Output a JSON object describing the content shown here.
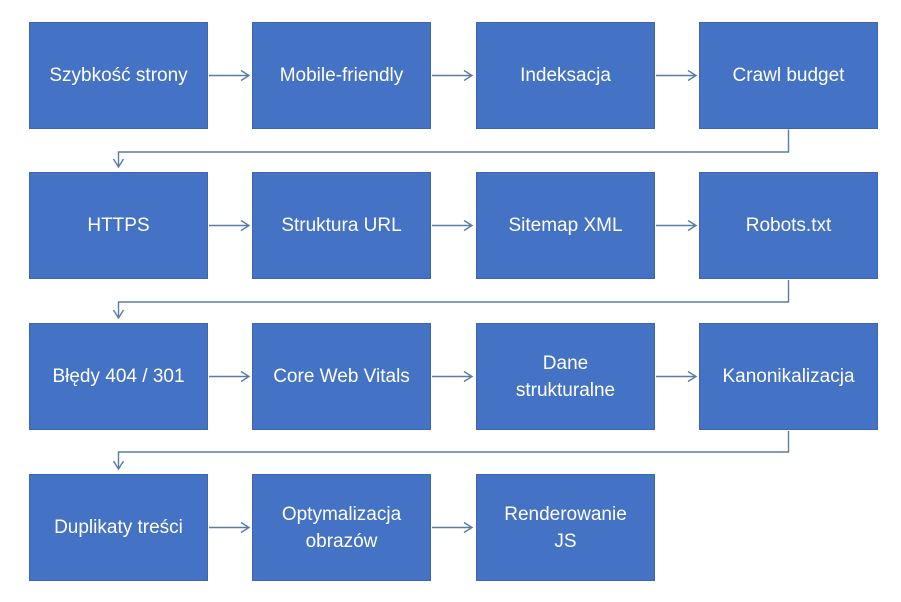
{
  "diagram": {
    "type": "flowchart",
    "description": "Technical SEO checklist flow (Polish), 4 rows snaking left-to-right",
    "colors": {
      "box_fill": "#4472c4",
      "box_border": "#3c66b2",
      "arrow_color": "#5b7ca9",
      "text_color": "#ffffff",
      "bg": "#ffffff"
    },
    "nodes": [
      {
        "label": "Szybkość strony"
      },
      {
        "label": "Mobile-friendly"
      },
      {
        "label": "Indeksacja"
      },
      {
        "label": "Crawl budget"
      },
      {
        "label": "HTTPS"
      },
      {
        "label": "Struktura URL"
      },
      {
        "label": "Sitemap XML"
      },
      {
        "label": "Robots.txt"
      },
      {
        "label": "Błędy 404 / 301"
      },
      {
        "label": "Core Web Vitals"
      },
      {
        "label": "Dane\nstrukturalne"
      },
      {
        "label": "Kanonikalizacja"
      },
      {
        "label": "Duplikaty treści"
      },
      {
        "label": "Optymalizacja\nobrazów"
      },
      {
        "label": "Renderowanie\nJS"
      }
    ]
  }
}
